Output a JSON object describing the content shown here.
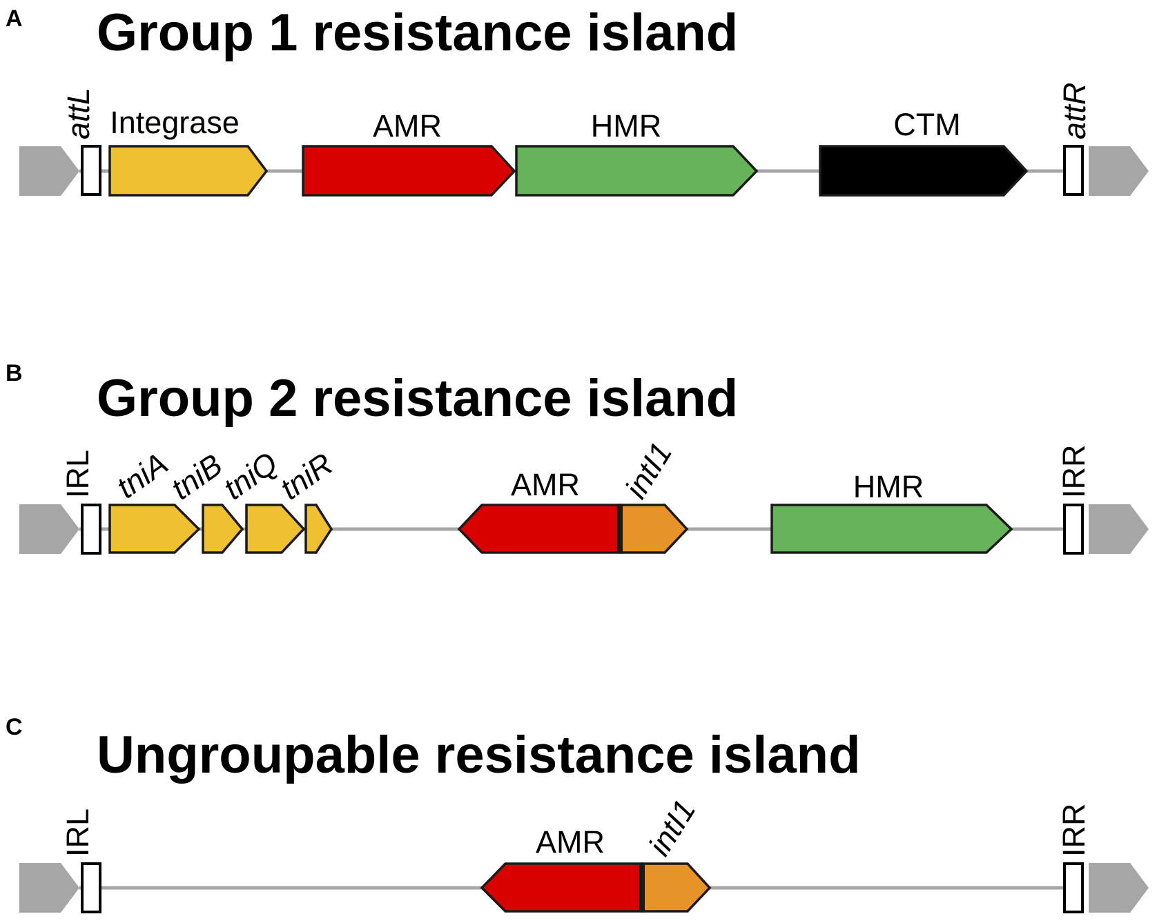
{
  "colors": {
    "flank": "#a6a6a6",
    "backbone": "#a6a6a6",
    "tni": "#efc030",
    "integrase": "#efc030",
    "amr": "#d90000",
    "hmr": "#66b35a",
    "ctm": "#000000",
    "intI1": "#e69428",
    "site": "#ffffff"
  },
  "panels": [
    {
      "letter": "A",
      "title": "Group 1 resistance island",
      "sites": {
        "left": "attL",
        "right": "attR",
        "italic": true
      },
      "genes": [
        {
          "id": "integrase",
          "label": "Integrase",
          "color_key": "integrase",
          "strand": "+",
          "italic": false
        },
        {
          "id": "amr",
          "label": "AMR",
          "color_key": "amr",
          "strand": "+",
          "italic": false
        },
        {
          "id": "hmr",
          "label": "HMR",
          "color_key": "hmr",
          "strand": "+",
          "italic": false
        },
        {
          "id": "ctm",
          "label": "CTM",
          "color_key": "ctm",
          "strand": "+",
          "italic": false
        }
      ]
    },
    {
      "letter": "B",
      "title": "Group 2 resistance island",
      "sites": {
        "left": "IRL",
        "right": "IRR",
        "italic": false
      },
      "genes": [
        {
          "id": "tnia",
          "label": "tniA",
          "color_key": "tni",
          "strand": "+",
          "italic": true
        },
        {
          "id": "tnib",
          "label": "tniB",
          "color_key": "tni",
          "strand": "+",
          "italic": true
        },
        {
          "id": "tniq",
          "label": "tniQ",
          "color_key": "tni",
          "strand": "+",
          "italic": true
        },
        {
          "id": "tnir",
          "label": "tniR",
          "color_key": "tni",
          "strand": "+",
          "italic": true
        },
        {
          "id": "amr",
          "label": "AMR",
          "color_key": "amr",
          "strand": "-",
          "italic": false
        },
        {
          "id": "inti1",
          "label": "intI1",
          "color_key": "intI1",
          "strand": "+",
          "italic": true
        },
        {
          "id": "hmr",
          "label": "HMR",
          "color_key": "hmr",
          "strand": "+",
          "italic": false
        }
      ]
    },
    {
      "letter": "C",
      "title": "Ungroupable resistance island",
      "sites": {
        "left": "IRL",
        "right": "IRR",
        "italic": false
      },
      "genes": [
        {
          "id": "amr",
          "label": "AMR",
          "color_key": "amr",
          "strand": "-",
          "italic": false
        },
        {
          "id": "inti1",
          "label": "intI1",
          "color_key": "intI1",
          "strand": "+",
          "italic": true
        }
      ]
    }
  ]
}
